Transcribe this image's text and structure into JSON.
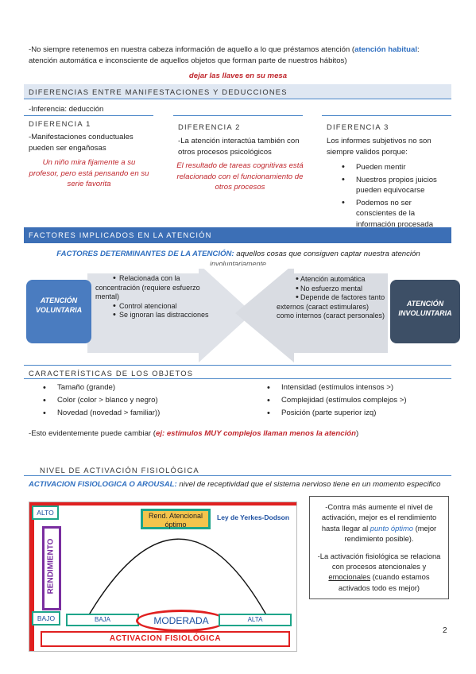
{
  "intro": {
    "line1_a": "-No siempre retenemos en nuestra cabeza información de aquello a lo que préstamos atención (",
    "line1_b": "atención habitual",
    "line1_c": ":",
    "line2": "atención automática e inconsciente de aquellos objetos que forman parte de nuestros hábitos)",
    "example": "dejar las llaves en su mesa"
  },
  "section_diferencias": {
    "title": "DIFERENCIAS ENTRE MANIFESTACIONES Y DEDUCCIONES",
    "inferencia": "-Inferencia: deducción",
    "cols": [
      {
        "title": "DIFERENCIA 1",
        "text": "-Manifestaciones conductuales pueden ser engañosas",
        "example": "Un niño mira fijamente a su profesor, pero está pensando en su serie favorita"
      },
      {
        "title": "DIFERENCIA 2",
        "text": "-La atención interactúa también con otros procesos psicológicos",
        "example": "El resultado de tareas cognitivas está relacionado con el funcionamiento de otros procesos"
      },
      {
        "title": "DIFERENCIA 3",
        "text": "Los informes subjetivos no son siempre validos porque:",
        "bullets": [
          "Pueden mentir",
          "Nuestros propios juicios pueden equivocarse",
          "Podemos no ser conscientes de la información procesada"
        ]
      }
    ]
  },
  "section_factores": {
    "title": "FACTORES IMPLICADOS EN LA ATENCIÓN",
    "def_a": "FACTORES DETERMINANTES DE LA ATENCIÓN:",
    "def_b": " aquellos cosas que consiguen captar nuestra atención",
    "def_c": "involuntariamente",
    "voluntaria": {
      "label": "ATENCIÓN VOLUNTARIA",
      "items": [
        "Relacionada con la concentración (requiere esfuerzo mental)",
        "Control atencional",
        "Se ignoran las distracciones"
      ]
    },
    "involuntaria": {
      "label": "ATENCIÓN INVOLUNTARIA",
      "items": [
        "Atención automática",
        "No esfuerzo mental",
        "Depende de factores tanto externos (caract estimulares) como internos (caract personales)"
      ]
    }
  },
  "section_caracteristicas": {
    "title": "CARACTERÍSTICAS DE LOS OBJETOS",
    "left": [
      "Tamaño (grande)",
      "Color (color > blanco y negro)",
      "Novedad (novedad > familiar))"
    ],
    "right": [
      "Intensidad (estímulos intensos >)",
      "Complejidad (estímulos complejos >)",
      "Posición (parte superior izq)"
    ],
    "note_a": "-Esto evidentemente puede cambiar (",
    "note_b": "ej: estímulos MUY complejos llaman menos la atención",
    "note_c": ")"
  },
  "section_activacion": {
    "title": "NIVEL DE ACTIVACIÓN FISIOLÓGICA",
    "def_a": "ACTIVACION FISIOLOGICA O AROUSAL:",
    "def_b": " nivel de receptividad que el sistema nervioso tiene en un momento especifico",
    "graph": {
      "alto": "ALTO",
      "bajo": "BAJO",
      "rendimiento": "RENDIMIENTO",
      "optimo": "Rend. Atencional óptimo",
      "ley": "Ley de Yerkes-Dodson",
      "baja": "BAJA",
      "moderada": "MODERADA",
      "alta": "ALTA",
      "activacion": "ACTIVACION FISIOLÓGICA"
    },
    "box_p1_a": "-Contra más aumente el nivel de activación, mejor es el rendimiento hasta llegar al ",
    "box_p1_b": "punto óptimo",
    "box_p1_c": " (mejor rendimiento posible).",
    "box_p2_a": "-La activación fisiológica se relaciona con procesos atencionales y ",
    "box_p2_b": "emocionales",
    "box_p2_c": " (cuando estamos activados todo es mejor)"
  },
  "page_number": "2",
  "colors": {
    "accent": "#3c6fb6",
    "red": "#c0272d",
    "blue_box": "#4a7cc0",
    "dark_box": "#3d4f66"
  }
}
